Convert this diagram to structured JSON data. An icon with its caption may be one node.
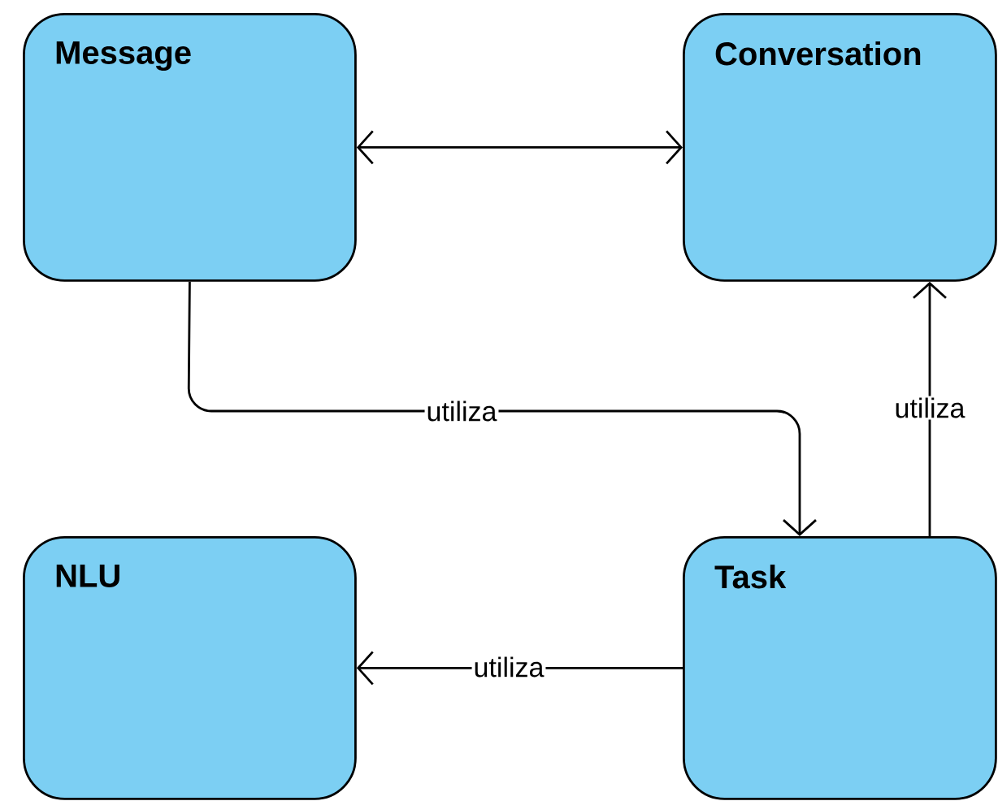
{
  "diagram": {
    "nodes": [
      {
        "text": [
          "Message"
        ]
      },
      {
        "text": [
          "Conversation"
        ]
      },
      {
        "text": [
          "NLU"
        ]
      },
      {
        "text": [
          "Task"
        ]
      }
    ],
    "edges": [
      {
        "from": 0,
        "to": 1,
        "arrow": "both"
      },
      {
        "from": 0,
        "to": 3,
        "arrow": "to",
        "label": "utiliza"
      },
      {
        "from": 3,
        "to": 1,
        "arrow": "to",
        "label": "utiliza"
      },
      {
        "from": 3,
        "to": 2,
        "arrow": "to",
        "label": "utiliza"
      }
    ]
  }
}
